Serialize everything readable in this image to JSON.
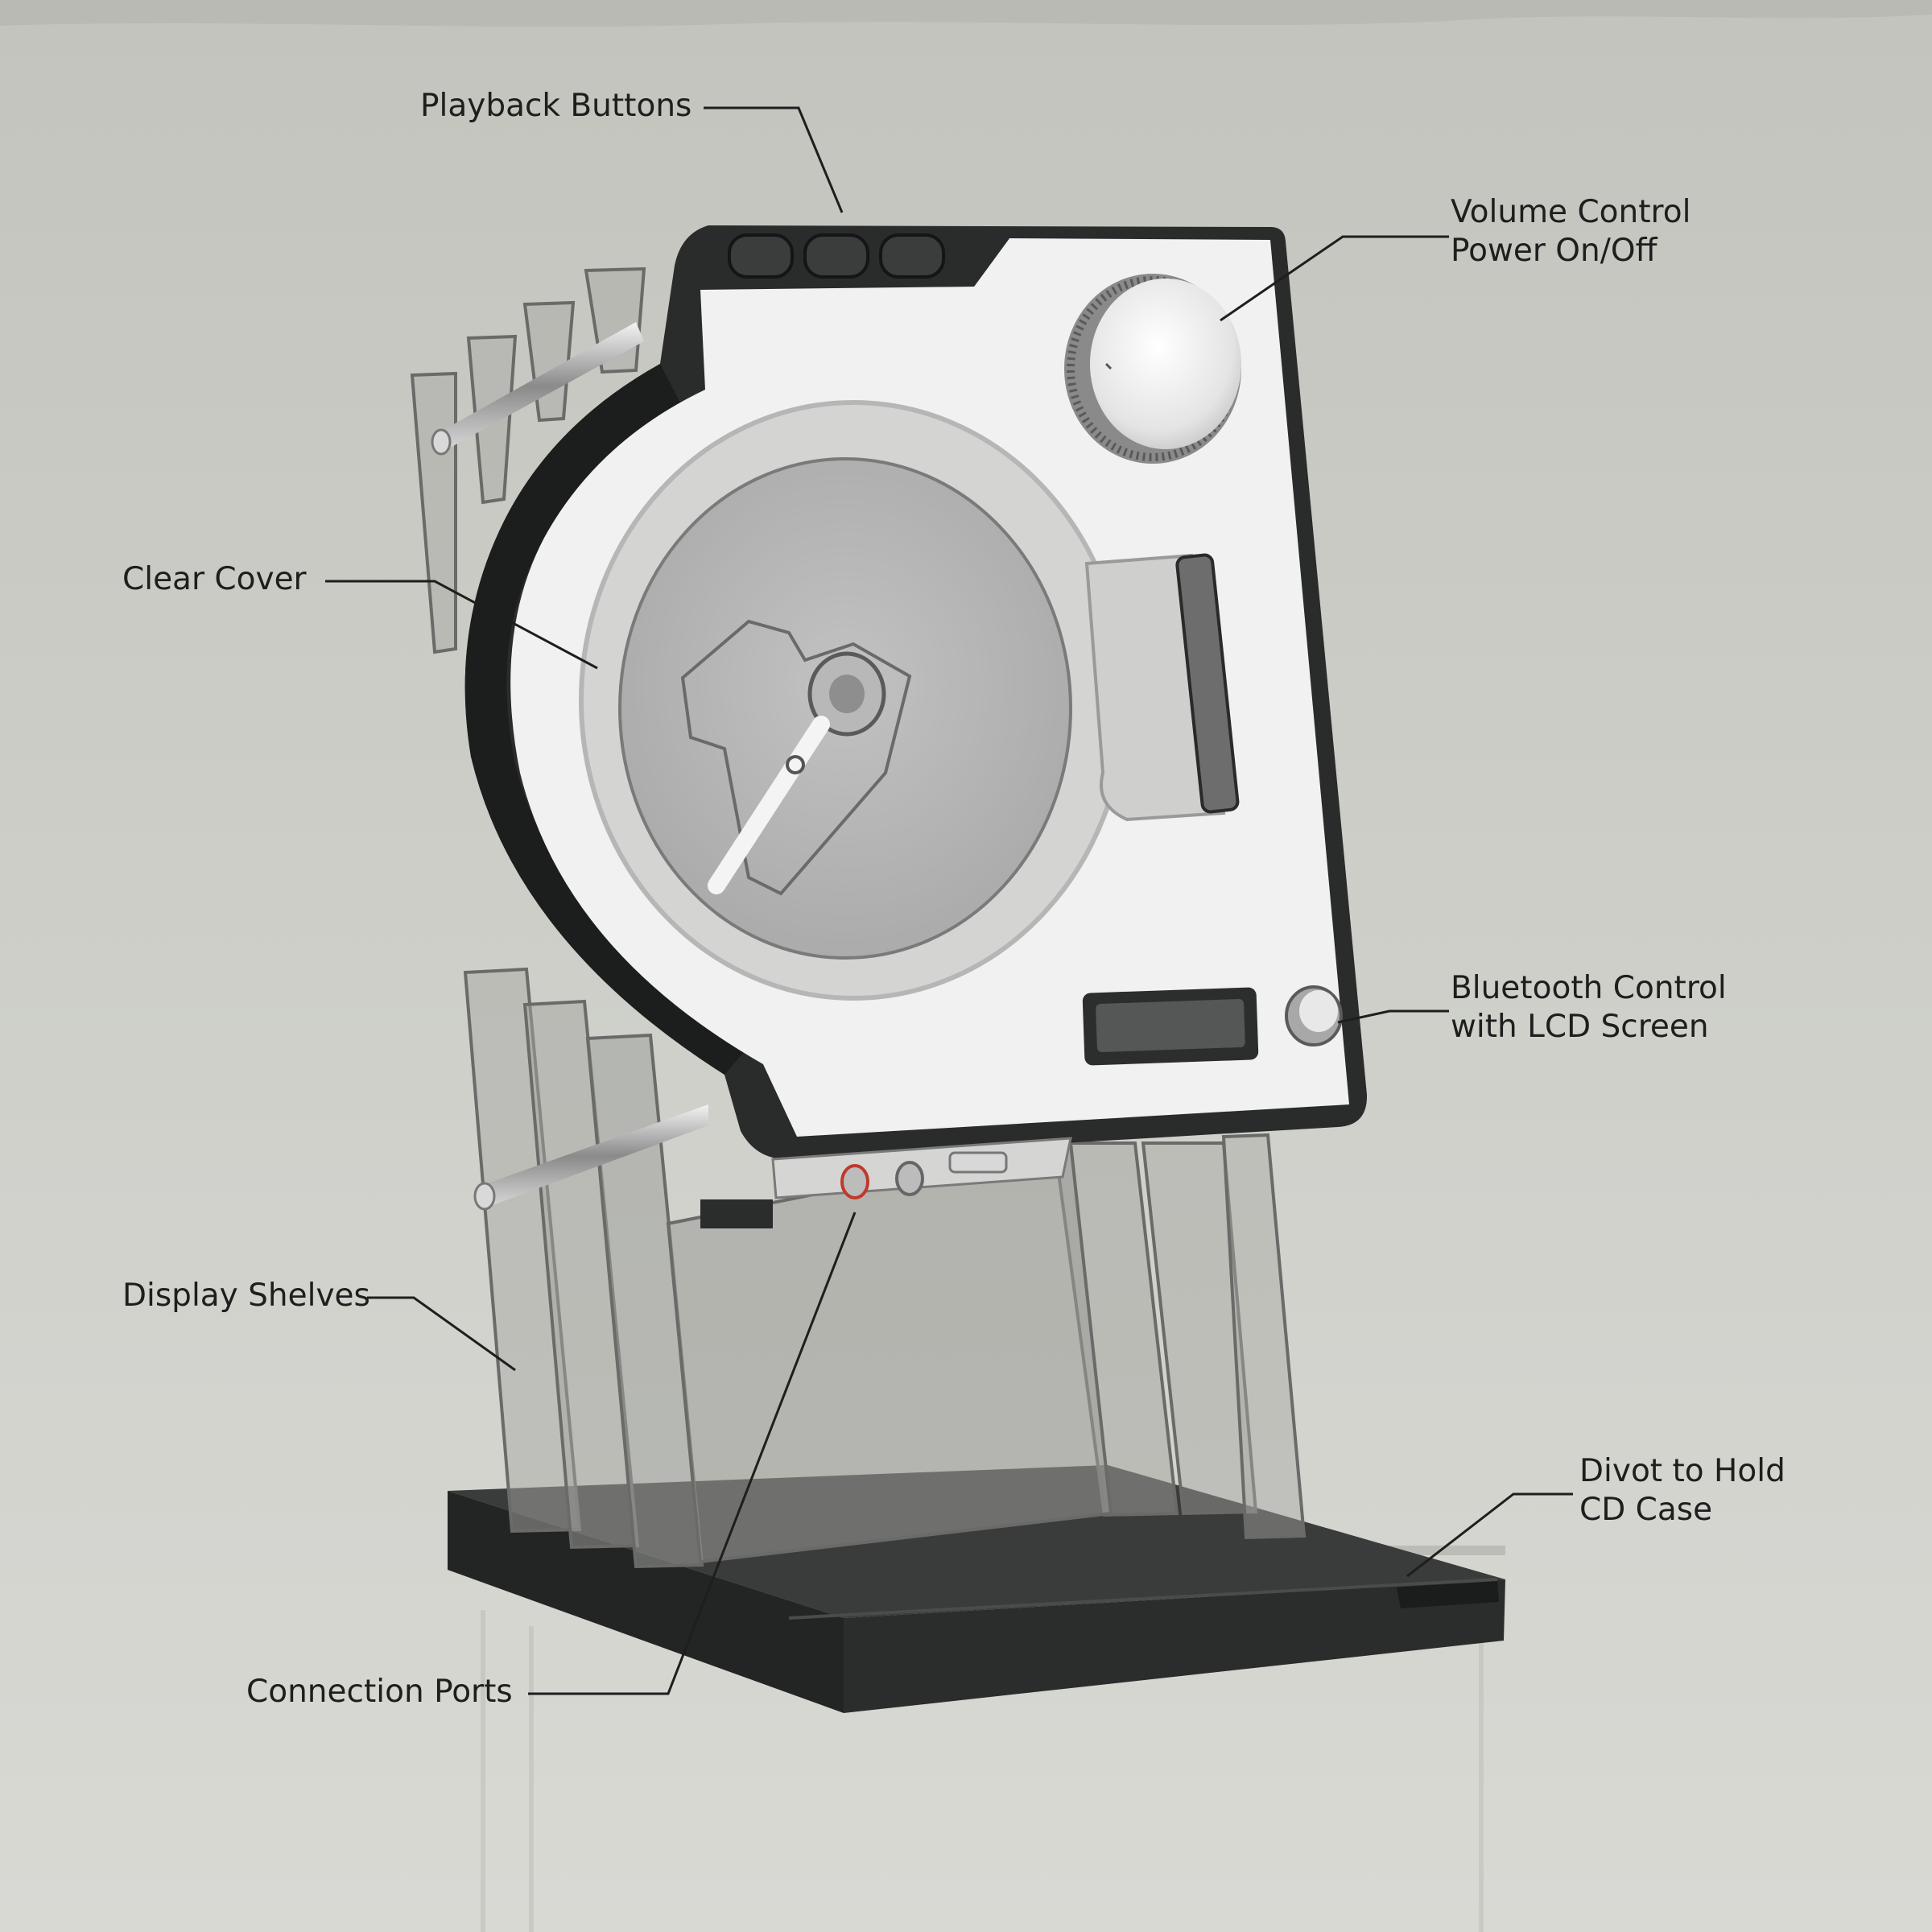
{
  "labels": {
    "playback_buttons": "Playback Buttons",
    "volume_control": [
      "Volume Control",
      "Power On/Off"
    ],
    "clear_cover": "Clear Cover",
    "bluetooth_control": [
      "Bluetooth Control",
      "with LCD Screen"
    ],
    "display_shelves": "Display Shelves",
    "divot": [
      "Divot to Hold",
      "CD Case"
    ],
    "connection_ports": "Connection Ports"
  },
  "colors": {
    "background": "#c9cac4",
    "body_black": "#2a2b2b",
    "face_white": "#f1f1f1",
    "acrylic": "#9fa09c",
    "leader_line": "#1e1e1e"
  }
}
